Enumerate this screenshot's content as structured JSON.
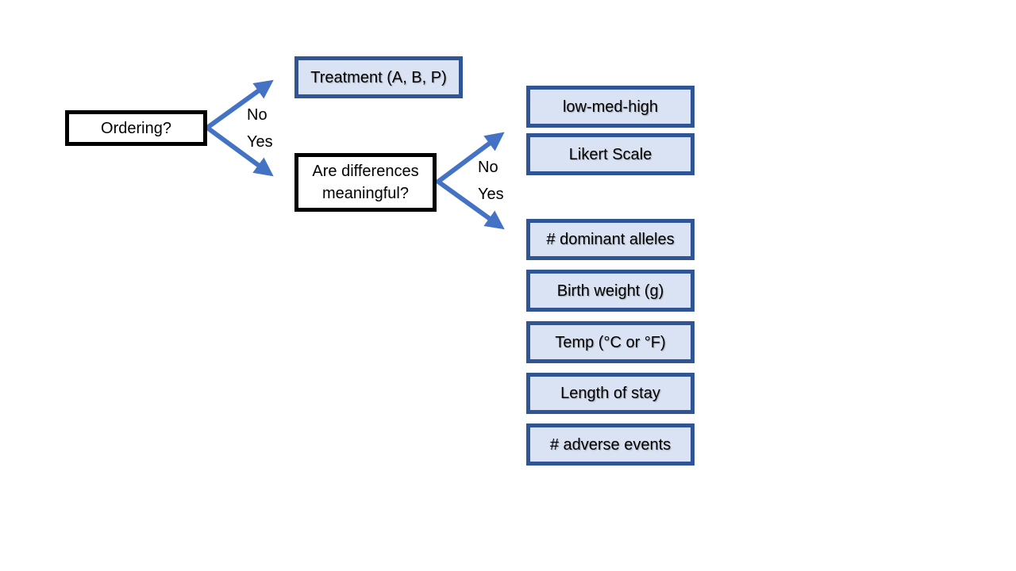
{
  "colors": {
    "arrow": "#4472c4",
    "question_border": "#000000",
    "category_fill": "#dae3f3",
    "category_border": "#2f5597"
  },
  "questions": {
    "ordering": "Ordering?",
    "meaningful": "Are differences meaningful?"
  },
  "branches": {
    "first_no": "No",
    "first_yes": "Yes",
    "second_no": "No",
    "second_yes": "Yes"
  },
  "outcomes": {
    "unordered": [
      "Treatment (A, B, P)"
    ],
    "ordered_not_meaningful": [
      "low-med-high",
      "Likert Scale"
    ],
    "ordered_meaningful": [
      "# dominant alleles",
      "Birth weight (g)",
      "Temp (°C or °F)",
      "Length of stay",
      "# adverse events"
    ]
  }
}
